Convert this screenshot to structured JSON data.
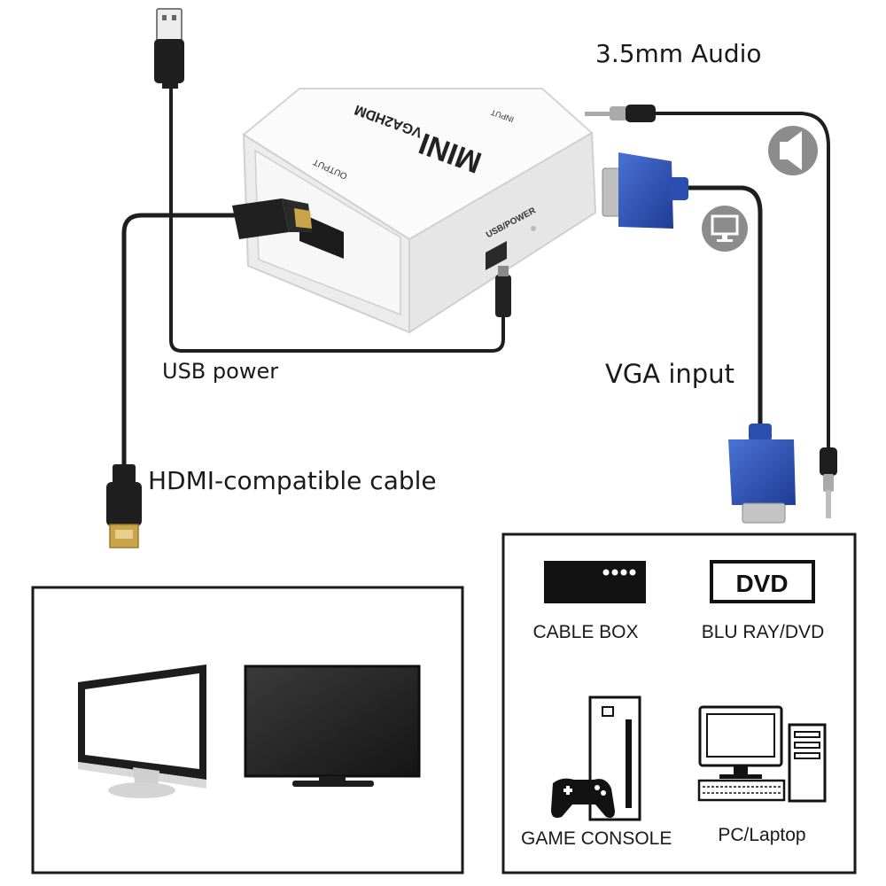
{
  "labels": {
    "audio": "3.5mm Audio",
    "usb_power": "USB power",
    "vga_input": "VGA input",
    "hdmi_cable": "HDMI-compatible cable"
  },
  "device": {
    "top_title": "MINI",
    "model": "VGA2HDM",
    "output_port": "OUTPUT",
    "input_port": "INPUT",
    "usb_port": "USB/POWER"
  },
  "displays": {
    "items": [
      "monitor-icon",
      "tv-icon"
    ]
  },
  "sources": {
    "cable_box": "CABLE BOX",
    "dvd_logo": "DVD",
    "blu_ray": "BLU RAY/DVD",
    "game_console": "GAME CONSOLE",
    "pc": "PC/Laptop"
  },
  "colors": {
    "vga_blue": "#2b4fb0",
    "cable": "#1e1e1e",
    "device_body": "#f3f3f3",
    "hdmi_gold": "#c9a44a"
  }
}
